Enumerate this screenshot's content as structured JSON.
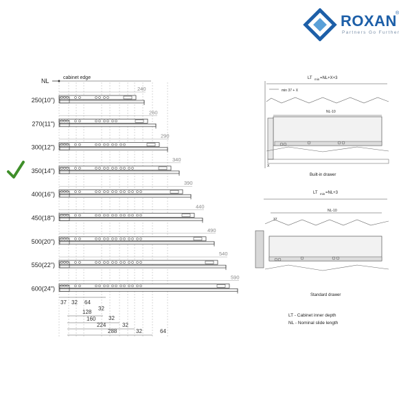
{
  "brand": {
    "name": "ROXAN",
    "reg_mark": "®",
    "tagline": "Partners Go Further",
    "colors": {
      "primary": "#1d5fa8",
      "accent": "#5aa0d8",
      "check": "#3f8f2a"
    }
  },
  "slides_panel": {
    "nl_label": "NL",
    "cabinet_edge_label": "cabinet edge",
    "selected_index": 3,
    "rows": [
      {
        "size": "250(10\")",
        "length": "240"
      },
      {
        "size": "270(11\")",
        "length": "260"
      },
      {
        "size": "300(12\")",
        "length": "290"
      },
      {
        "size": "350(14\")",
        "length": "340"
      },
      {
        "size": "400(16\")",
        "length": "390"
      },
      {
        "size": "450(18\")",
        "length": "440"
      },
      {
        "size": "500(20\")",
        "length": "490"
      },
      {
        "size": "550(22\")",
        "length": "540"
      },
      {
        "size": "600(24\")",
        "length": "590"
      }
    ],
    "spacing_row": [
      "37",
      "32",
      "64",
      "32"
    ],
    "dims_ladder": [
      {
        "label": "128",
        "tail": "32"
      },
      {
        "label": "160",
        "tail": "32"
      },
      {
        "label": "224",
        "tail": "32"
      },
      {
        "label": "288",
        "tail": "64"
      }
    ]
  },
  "built_in": {
    "formula_prefix": "LT",
    "formula_sub": "min",
    "formula_suffix": " =NL+X+3",
    "min_label": "min 37 + X",
    "nl_label": "NL-10",
    "x_label": "X",
    "caption": "Built-in drawer"
  },
  "standard": {
    "formula_prefix": "LT",
    "formula_sub": "min",
    "formula_suffix": " =NL+3",
    "dim_label": "37",
    "nl_label": "NL-10",
    "caption": "Standard drawer"
  },
  "legend": [
    "LT - Cabinet inner depth",
    "NL - Nominal slide length"
  ]
}
